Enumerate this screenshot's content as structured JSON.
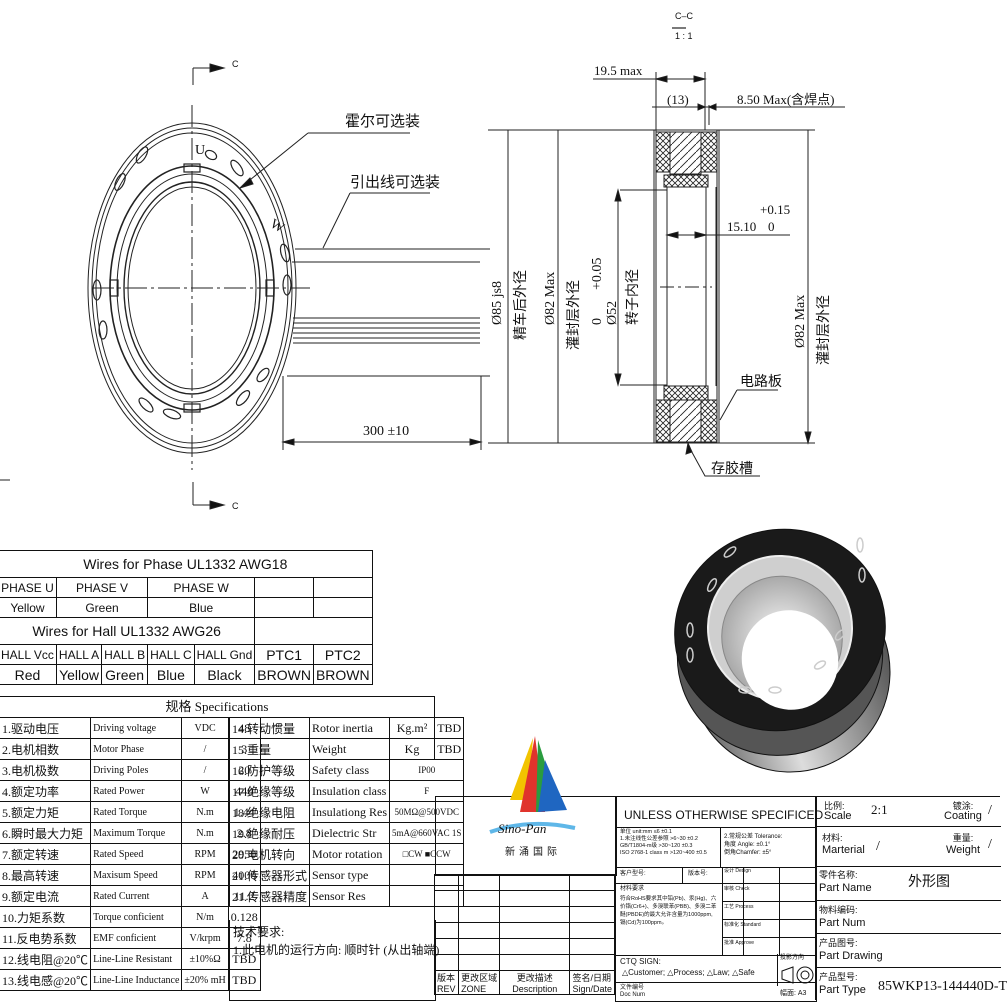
{
  "front_view": {
    "section_mark_top": "C",
    "section_mark_bottom": "C",
    "label_hall_optional": "霍尔可选装",
    "label_lead_optional": "引出线可选装",
    "phase_labels": [
      "U",
      "W"
    ],
    "lead_length": "300 ±10"
  },
  "section_view": {
    "title_top": "C–C",
    "title_bottom": "1 : 1",
    "dim_19_5": "19.5 max",
    "dim_13": "(13)",
    "dim_8_50": "8.50 Max(含焊点)",
    "dim_15_10": "15.10",
    "dim_15_10_tol_upper": "+0.15",
    "dim_15_10_tol_lower": "0",
    "dia_85": "Ø85 js8",
    "dia_85_cn": "精车后外径",
    "dia_82_left": "Ø82 Max",
    "dia_82_left_cn": "灌封层外径",
    "dia_52": "Ø52",
    "dia_52_tol_upper": "+0.05",
    "dia_52_tol_lower": "0",
    "dia_52_cn": "转子内径",
    "dia_82_right": "Ø82 Max",
    "dia_82_right_cn": "灌封层外径",
    "label_pcb": "电路板",
    "label_glue": "存胶槽"
  },
  "wires_table": {
    "phase_header": "Wires for Phase UL1332 AWG18",
    "phase_cols": [
      "PHASE U",
      "PHASE V",
      "PHASE W"
    ],
    "phase_colors": [
      "Yellow",
      "Green",
      "Blue"
    ],
    "hall_header": "Wires for Hall UL1332 AWG26",
    "hall_cols": [
      "HALL Vcc",
      "HALL A",
      "HALL B",
      "HALL C",
      "HALL Gnd",
      "PTC1",
      "PTC2"
    ],
    "hall_colors": [
      "Red",
      "Yellow",
      "Green",
      "Blue",
      "Black",
      "BROWN",
      "BROWN"
    ]
  },
  "spec_table": {
    "title": "规格 Specifications",
    "left": [
      {
        "cn": "1.驱动电压",
        "en": "Driving voltage",
        "unit": "VDC",
        "value": "48"
      },
      {
        "cn": "2.电机相数",
        "en": "Motor Phase",
        "unit": "/",
        "value": "3"
      },
      {
        "cn": "3.电机极数",
        "en": "Driving Poles",
        "unit": "/",
        "value": "20"
      },
      {
        "cn": "4.额定功率",
        "en": "Rated Power",
        "unit": "W",
        "value": "440"
      },
      {
        "cn": "5.额定力矩",
        "en": "Rated Torque",
        "unit": "N.m",
        "value": "1.44"
      },
      {
        "cn": "6.瞬时最大力矩",
        "en": "Maximum Torque",
        "unit": "N.m",
        "value": "2.8"
      },
      {
        "cn": "7.额定转速",
        "en": "Rated Speed",
        "unit": "RPM",
        "value": "2950"
      },
      {
        "cn": "8.最高转速",
        "en": "Maxisum Speed",
        "unit": "RPM",
        "value": "4000"
      },
      {
        "cn": "9.额定电流",
        "en": "Rated Current",
        "unit": "A",
        "value": "11.2"
      },
      {
        "cn": "10.力矩系数",
        "en": "Torque conficient",
        "unit": "N/m",
        "value": "0.128"
      },
      {
        "cn": "11.反电势系数",
        "en": "EMF conficient",
        "unit": "V/krpm",
        "value": "7.8"
      },
      {
        "cn": "12.线电阻@20℃",
        "en": "Line-Line Resistant",
        "unit": "±10%Ω",
        "value": "TBD"
      },
      {
        "cn": "13.线电感@20℃",
        "en": "Line-Line Inductance",
        "unit": "±20% mH",
        "value": "TBD"
      }
    ],
    "right": [
      {
        "cn": "14.转动惯量",
        "en": "Rotor inertia",
        "unit": "Kg.m²",
        "value": "TBD"
      },
      {
        "cn": "15.重量",
        "en": "Weight",
        "unit": "Kg",
        "value": "TBD"
      },
      {
        "cn": "16.防护等级",
        "en": "Safety class",
        "value": "IP00"
      },
      {
        "cn": "17.绝缘等级",
        "en": "Insulation class",
        "value": "F"
      },
      {
        "cn": "18.绝缘电阻",
        "en": "Insulationg Res",
        "value": "50MΩ@500VDC"
      },
      {
        "cn": "19.绝缘耐压",
        "en": "Dielectric Str",
        "value": "5mA@660VAC 1S"
      },
      {
        "cn": "20.电机转向",
        "en": "Motor rotation",
        "value": "□CW   ■CCW"
      },
      {
        "cn": "21.传感器形式",
        "en": "Sensor type",
        "value": ""
      },
      {
        "cn": "21.传感器精度",
        "en": "Sensor Res",
        "value": ""
      }
    ],
    "tech_req_title": "技术要求:",
    "tech_req_1": "1.此电机的运行方向: 顺时针 (从出轴端)"
  },
  "logo": {
    "name": "Sino-Pan",
    "cn": "新涌国际"
  },
  "title_block": {
    "unless": "UNLESS OTHERWISE SPECIFICED",
    "tol_line1": "单位 unit:mm        ≤6    ±0.1",
    "tol_line2": "1.未注线性公差参照  >6~30  ±0.2",
    "tol_line3": "GB/T1804-m级      >30~120 ±0.3",
    "tol_line4": "ISO 2768-1 class m  >120~400 ±0.5",
    "tol_right1": "2.常规公差 Tolerance:",
    "tol_right2": "角度 Angle: ±0.1°",
    "tol_right3": "倒角Chamfer: ±5°",
    "customer_model": "客户型号:",
    "version_no": "版本号:",
    "design": "设计 Design",
    "check": "审核 Check",
    "process": "工艺 Process",
    "standard": "标准化 Standard",
    "approve": "批准 Approve",
    "material_req_title": "材料要求",
    "material_req": "符合RoHS要求其中铅(Pb)、汞(Hg)、六价铬(Cr6+)、多溴联苯(PBB)、多溴二苯醚(PBDE)的最大允许含量为1000ppm, 镉(Cd)为100ppm。",
    "ctq_sign": "CTQ SIGN:",
    "ctq_items": [
      "Customer;",
      "Process;",
      "Law;",
      "Safe"
    ],
    "projection": "投影方向",
    "sheet": "幅面: A3",
    "rev_cols": [
      {
        "cn": "版本",
        "en": "REV"
      },
      {
        "cn": "更改区域",
        "en": "ZONE"
      },
      {
        "cn": "更改描述",
        "en": "Description"
      },
      {
        "cn": "签名/日期",
        "en": "Sign/Date"
      },
      {
        "cn": "文件编号",
        "en": "Doc Num"
      }
    ],
    "scale_cn": "比例:",
    "scale_en": "Scale",
    "scale_value": "2:1",
    "coating_cn": "镀涂:",
    "coating_en": "Coating",
    "coating_value": "/",
    "material_cn": "材料:",
    "material_en": "Marterial",
    "material_value": "/",
    "weight_cn": "重量:",
    "weight_en": "Weight",
    "weight_value": "/",
    "part_name_cn": "零件名称:",
    "part_name_en": "Part Name",
    "part_name_value": "外形图",
    "part_num_cn": "物料编码:",
    "part_num_en": "Part Num",
    "part_drawing_cn": "产品图号:",
    "part_drawing_en": "Part  Drawing",
    "part_type_cn": "产品型号:",
    "part_type_en": "Part  Type",
    "part_type_value": "85WKP13-144440D-T"
  }
}
